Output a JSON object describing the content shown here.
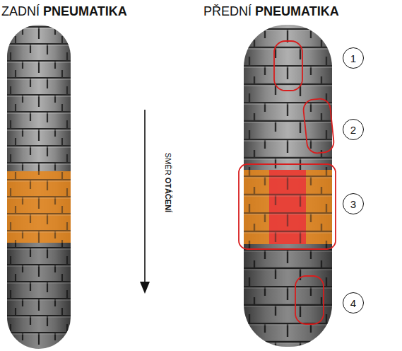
{
  "diagram": {
    "nodes": [
      {
        "text": [
          "1"
        ]
      },
      {
        "text": [
          "2"
        ]
      },
      {
        "text": [
          "3"
        ]
      },
      {
        "text": [
          "4"
        ]
      }
    ],
    "labels": [
      "ZADNÍ",
      "PNEUMATIKA",
      "PŘEDNÍ",
      "PNEUMATIKA",
      "SMĚR",
      "OTÁČENÍ"
    ]
  }
}
